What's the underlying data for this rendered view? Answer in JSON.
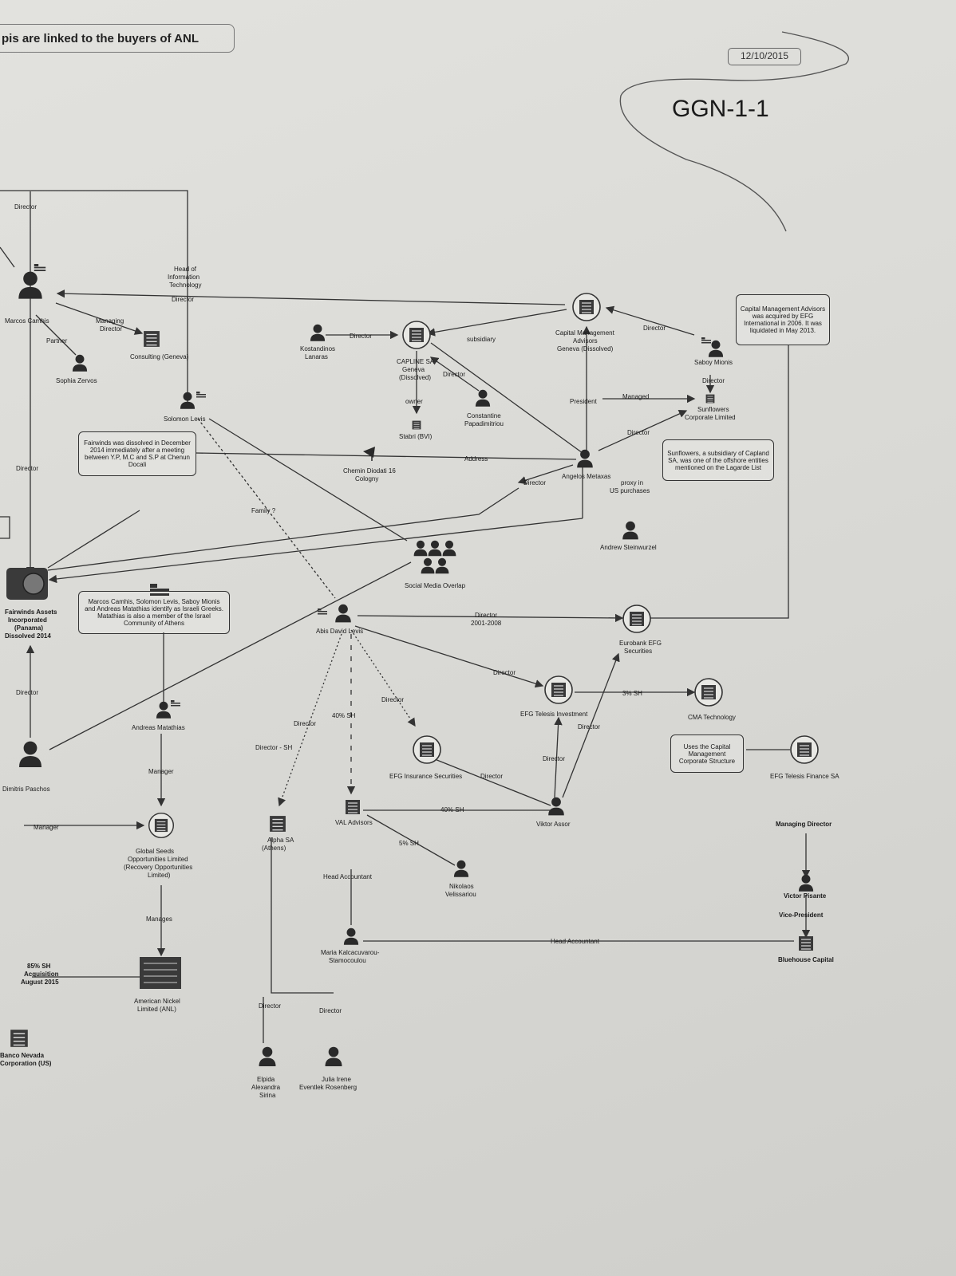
{
  "title": "pis are linked to the buyers of ANL",
  "stamp": {
    "date": "12/10/2015",
    "handwritten_code": "GGN-1-1"
  },
  "notes": {
    "fairwinds": "Fairwinds was dissolved in December 2014 immediately after a meeting between Y.P, M.C and S.P at Chenun Docali",
    "marcos": "Marcos Camhis, Solomon Levis, Saboy Mionis and Andreas Matathias identify as Israeli Greeks. Matathias is also a member of the Israel Community of Athens",
    "capital": "Capital Management Advisors was acquired by EFG International in 2006. It was liquidated in May 2013.",
    "sunflowers": "Sunflowers, a subsidiary of Capland SA, was one of the offshore entities mentioned on the Lagarde List",
    "uses": "Uses the Capital Management Corporate Structure"
  },
  "nodes": {
    "marcos": "Marcos Camhis",
    "sophia": "Sophia Zervos",
    "consulting": "Consulting (Geneva)",
    "solomon": "Solomon Levis",
    "fairwinds": [
      "Fairwinds Assets",
      "Incorporated",
      "(Panama)",
      "Dissolved 2014"
    ],
    "dimitris": "Dimitris Paschos",
    "andreas": "Andreas Matathias",
    "global": [
      "Global Seeds",
      "Opportunities Limited",
      "(Recovery Opportunities",
      "Limited)"
    ],
    "anl": [
      "American Nickel",
      "Limited (ANL)"
    ],
    "banco": [
      "Banco Nevada",
      "Corporation (US)"
    ],
    "kostandinos": [
      "Kostandinos",
      "Lanaras"
    ],
    "capline": [
      "CAPLINE SA",
      "Geneva",
      "(Dissolved)"
    ],
    "stabri": "Stabri (BVI)",
    "constantine": [
      "Constantine",
      "Papadimitriou"
    ],
    "chemin": [
      "Chemin Diodati 16",
      "Cologny"
    ],
    "social": "Social Media Overlap",
    "abis": "Abis David Levis",
    "cma": [
      "Capital Management",
      "Advisors",
      "Geneva (Dissolved)"
    ],
    "saboy": "Saboy Mionis",
    "sunflowers": [
      "Sunflowers",
      "Corporate Limited"
    ],
    "angelos": "Angelos Metaxas",
    "andrew": "Andrew Steinwurzel",
    "eurobank": [
      "Eurobank EFG",
      "Securities"
    ],
    "efg_telesis": "EFG Telesis Investment",
    "cma_tech": "CMA Technology",
    "efg_finance": "EFG Telesis Finance SA",
    "efg_insurance": "EFG Insurance Securities",
    "viktor": "Viktor Assor",
    "alpha": [
      "Alpha SA",
      "(Athens)"
    ],
    "val": "VAL Advisors",
    "nikolaos": [
      "Nikolaos",
      "Velissariou"
    ],
    "maria": [
      "Maria Kalcacuvarou-",
      "Stamocoulou"
    ],
    "victor": "Victor Pisante",
    "bluehouse": "Bluehouse Capital",
    "elpida": [
      "Elpida",
      "Alexandra",
      "Sirina"
    ],
    "julia": [
      "Julia Irene",
      "Eventlek Rosenberg"
    ]
  },
  "edge_labels": {
    "director": "Director",
    "head_it": [
      "Head of",
      "Information",
      "Technology"
    ],
    "managing_director": [
      "Managing",
      "Director"
    ],
    "partner": "Partner",
    "subsidiary": "subsidiary",
    "owner": "owner",
    "address": "Address",
    "president": "President",
    "managed": "Managed",
    "proxy": [
      "proxy in",
      "US purchases"
    ],
    "family": "Family ?",
    "director_years": [
      "Director",
      "2001-2008"
    ],
    "sh_40": "40% SH",
    "sh_3": "3% SH",
    "sh_5": "5% SH",
    "director_sh": "Director - SH",
    "manager": "Manager",
    "manages": "Manages",
    "acquisition": [
      "85% SH",
      "Acquisition",
      "August 2015"
    ],
    "head_accountant": "Head Accountant",
    "managing_director_full": "Managing Director",
    "vice_president": "Vice-President"
  }
}
